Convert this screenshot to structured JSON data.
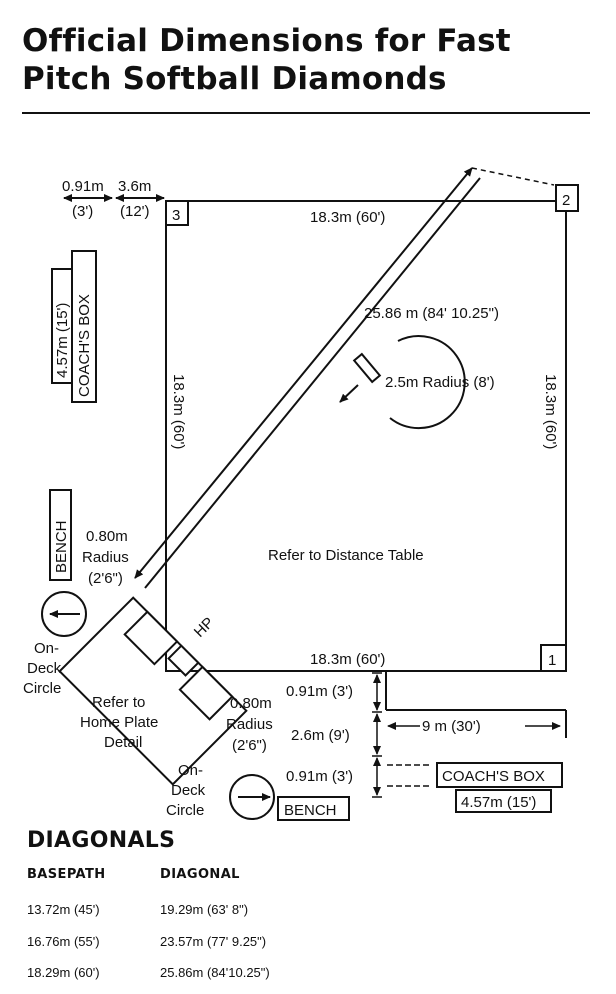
{
  "title": {
    "line1": "Official Dimensions for Fast",
    "line2": "Pitch Softball Diamonds"
  },
  "diagram": {
    "base3": "3",
    "base2": "2",
    "base1": "1",
    "top_091": "0.91m",
    "top_091_ft": "(3')",
    "top_36": "3.6m",
    "top_36_ft": "(12')",
    "top_side": "18.3m (60')",
    "left_side": "18.3m (60')",
    "right_side": "18.3m (60')",
    "bottom_side": "18.3m (60')",
    "diag_len": "25.86 m (84' 10.25\")",
    "radius": "2.5m Radius (8')",
    "coach_box_left_a": "4.57m (15')",
    "coach_box_left_b": "COACH'S BOX",
    "bench": "BENCH",
    "radius_left_1": "0.80m",
    "radius_left_2": "Radius",
    "radius_left_3": "(2'6\")",
    "ondeck_left_1": "On-",
    "ondeck_left_2": "Deck",
    "ondeck_left_3": "Circle",
    "center_text": "Refer to Distance Table",
    "hp": "HP",
    "hp_detail_1": "Refer to",
    "hp_detail_2": "Home Plate",
    "hp_detail_3": "Detail",
    "radius_right_1": "0.80m",
    "radius_right_2": "Radius",
    "radius_right_3": "(2'6\")",
    "ondeck_right_1": "On-",
    "ondeck_right_2": "Deck",
    "ondeck_right_3": "Circle",
    "dim_091a": "0.91m (3')",
    "dim_26": "2.6m (9')",
    "dim_091b": "0.91m (3')",
    "dim_9m": "9 m (30')",
    "coach_box_right": "COACH'S BOX",
    "coach_box_right_len": "4.57m (15')",
    "bench_right": "BENCH"
  },
  "diagonals": {
    "heading": "DIAGONALS",
    "col_basepath": "BASEPATH",
    "col_diagonal": "DIAGONAL",
    "rows": [
      {
        "basepath": "13.72m (45')",
        "diagonal": "19.29m (63' 8\")"
      },
      {
        "basepath": "16.76m (55')",
        "diagonal": "23.57m (77' 9.25\")"
      },
      {
        "basepath": "18.29m (60')",
        "diagonal": "25.86m (84'10.25\")"
      }
    ]
  }
}
